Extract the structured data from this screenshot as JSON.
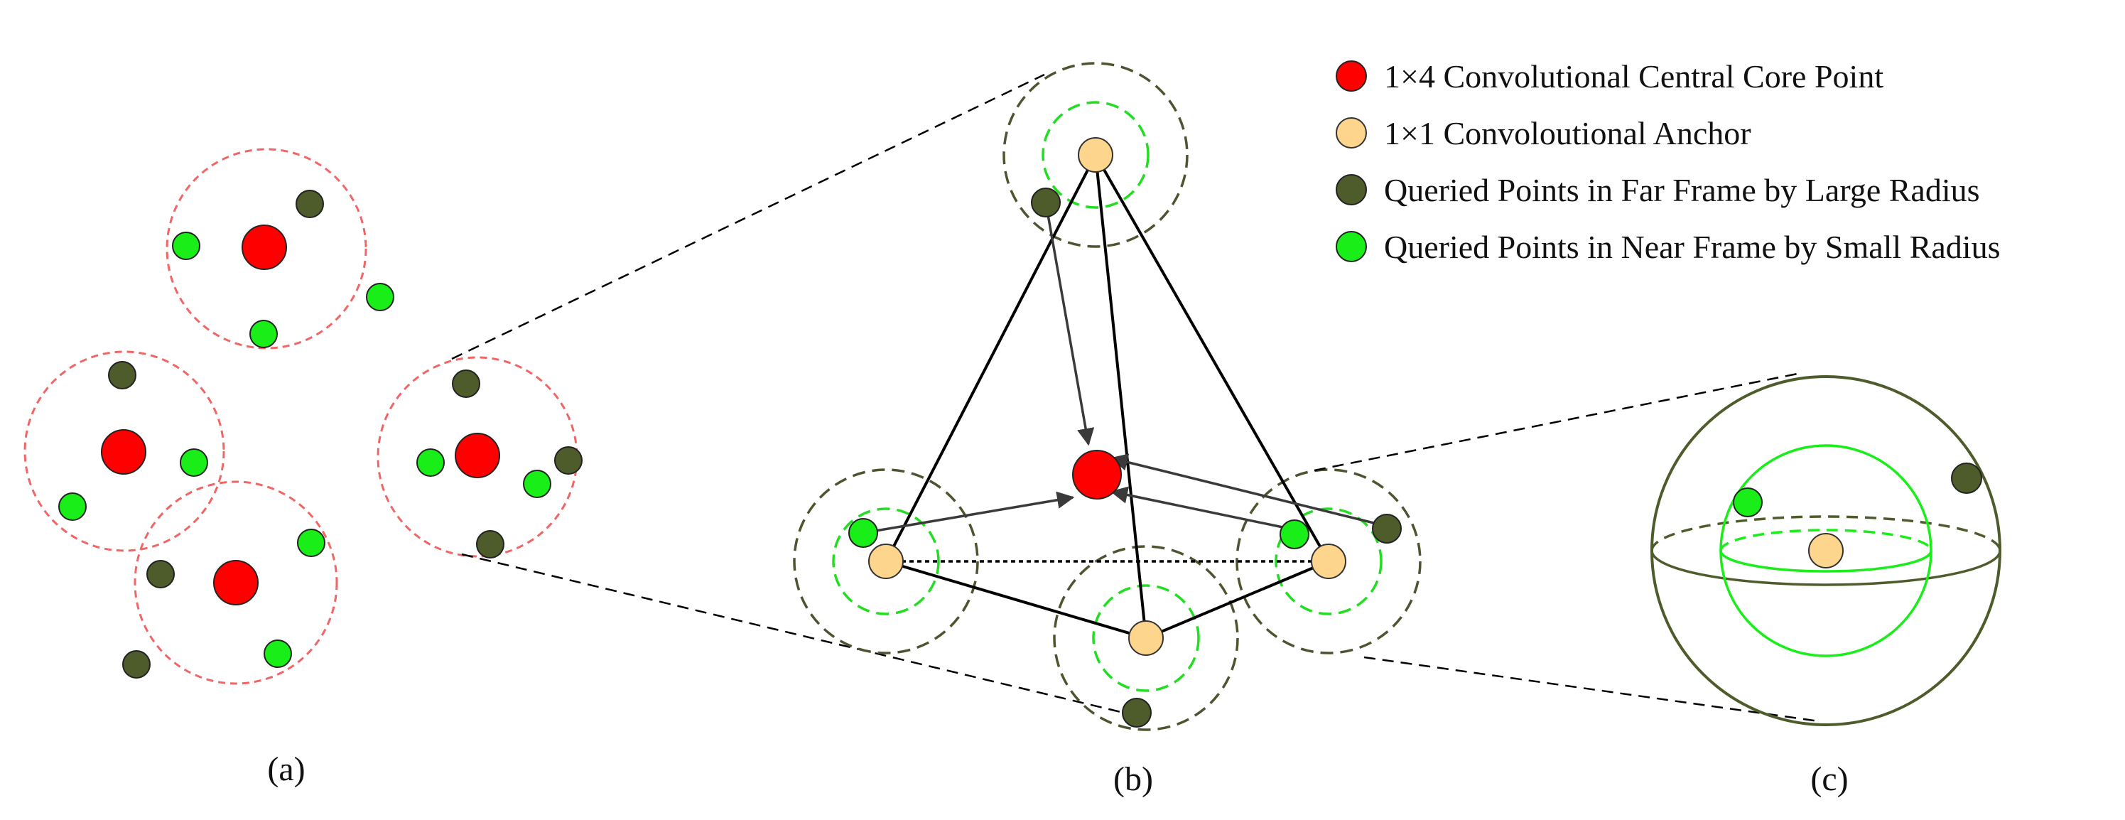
{
  "colors": {
    "core": "#ff0000",
    "anchor": "#fdd58c",
    "far": "#4e5b2b",
    "near": "#19ee19",
    "red_dash": "#f06666",
    "far_dash": "#4d5530",
    "near_dash": "#22dd22",
    "sphere": "#4e5b2b",
    "line": "#000000",
    "arrow": "#3a3a3a"
  },
  "legend": [
    {
      "key": "core",
      "label": "1×4 Convolutional Central Core Point"
    },
    {
      "key": "anchor",
      "label": "1×1 Convoloutional Anchor"
    },
    {
      "key": "far",
      "label": "Queried Points in Far Frame by Large Radius"
    },
    {
      "key": "near",
      "label": "Queried Points in Near Frame by Small Radius"
    }
  ],
  "captions": {
    "a": "(a)",
    "b": "(b)",
    "c": "(c)"
  }
}
